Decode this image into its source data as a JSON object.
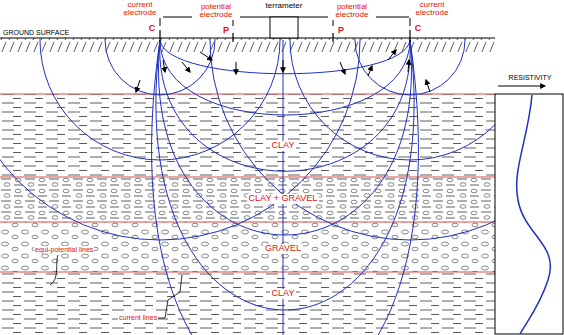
{
  "diagram": {
    "nodes": [
      {
        "text": [
          "CLAY"
        ]
      },
      {
        "text": [
          "CLAY + GRAVEL"
        ]
      },
      {
        "text": [
          "GRAVEL"
        ]
      },
      {
        "text": [
          "CLAY"
        ]
      }
    ],
    "labels": [
      "terrameter",
      "current electrode",
      "potential electrode",
      "potential electrode",
      "current electrode",
      "C",
      "P",
      "P",
      "C",
      "GROUND SURFACE",
      "RESISTIVITY",
      "equi-potential lines",
      "current lines"
    ]
  }
}
